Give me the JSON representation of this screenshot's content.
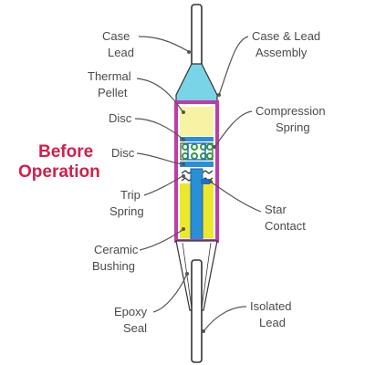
{
  "title": {
    "line1": "Before",
    "line2": "Operation",
    "color": "#d2204b"
  },
  "labels": {
    "case_lead": [
      "Case",
      "Lead"
    ],
    "thermal_pellet": [
      "Thermal",
      "Pellet"
    ],
    "disc_top": [
      "Disc"
    ],
    "disc_bottom": [
      "Disc"
    ],
    "trip_spring": [
      "Trip",
      "Spring"
    ],
    "ceramic_bushing": [
      "Ceramic",
      "Bushing"
    ],
    "epoxy_seal": [
      "Epoxy",
      "Seal"
    ],
    "case_lead_assembly": [
      "Case & Lead",
      "Assembly"
    ],
    "compression_spring": [
      "Compression",
      "Spring"
    ],
    "star_contact": [
      "Star",
      "Contact"
    ],
    "isolated_lead": [
      "Isolated",
      "Lead"
    ]
  },
  "colors": {
    "case_outline": "#c23aa8",
    "thermal_pellet": "#f7f2a4",
    "ceramic_bushing": "#ece82e",
    "case_lead": "#79d4e8",
    "isolated_lead_rod": "#2a8fd6",
    "disc": "#2a8fd6",
    "compression_spring": "#2f9a45",
    "leader_line": "#555555"
  }
}
